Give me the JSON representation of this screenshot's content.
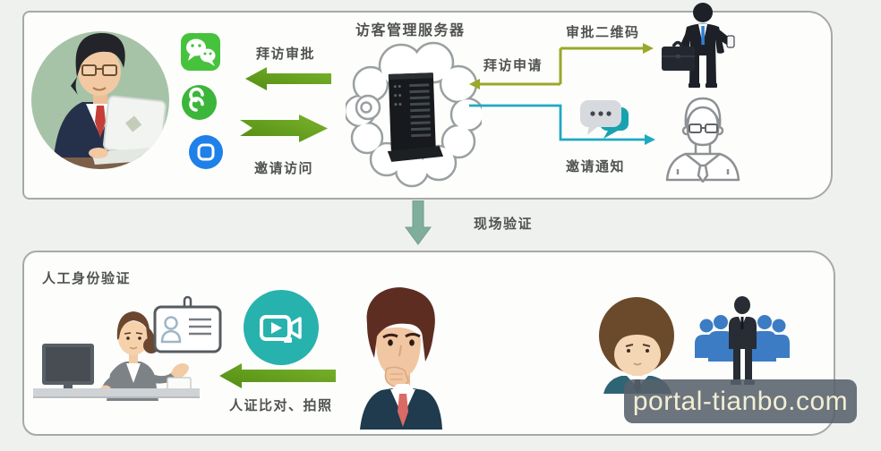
{
  "top_panel": {
    "server_title": "访客管理服务器",
    "visit_approval_label": "拜访审批",
    "invite_visit_label": "邀请访问",
    "approval_qr_label": "审批二维码",
    "visit_request_label": "拜访申请",
    "invite_notice_label": "邀请通知"
  },
  "flow": {
    "onsite_verification_label": "现场验证"
  },
  "bottom_panel": {
    "title": "人工身份验证",
    "verify_action_label": "人证比对、拍照"
  },
  "watermark": {
    "text": "portal-tianbo.com"
  },
  "icons": {
    "wechat": "wechat-icon",
    "wechat_work": "wechat-work-icon",
    "miniprogram": "miniprogram-icon",
    "chat_bubble": "chat-bubble-icon",
    "video_camera": "video-camera-icon",
    "cloud_server": "cloud-server-icon",
    "id_card": "id-card-icon"
  },
  "colors": {
    "green_arrow": "#66a71f",
    "olive_connector": "#9aa829",
    "teal_connector": "#1ea9c2",
    "teal_badge": "#28b2ae",
    "sage_down_arrow": "#7fae9c",
    "wechat_green": "#46c23c",
    "wecom_green": "#3bb53a",
    "miniapp_blue": "#1e80e8",
    "crowd_blue": "#3c7cc4",
    "label_text": "#4f534f"
  }
}
